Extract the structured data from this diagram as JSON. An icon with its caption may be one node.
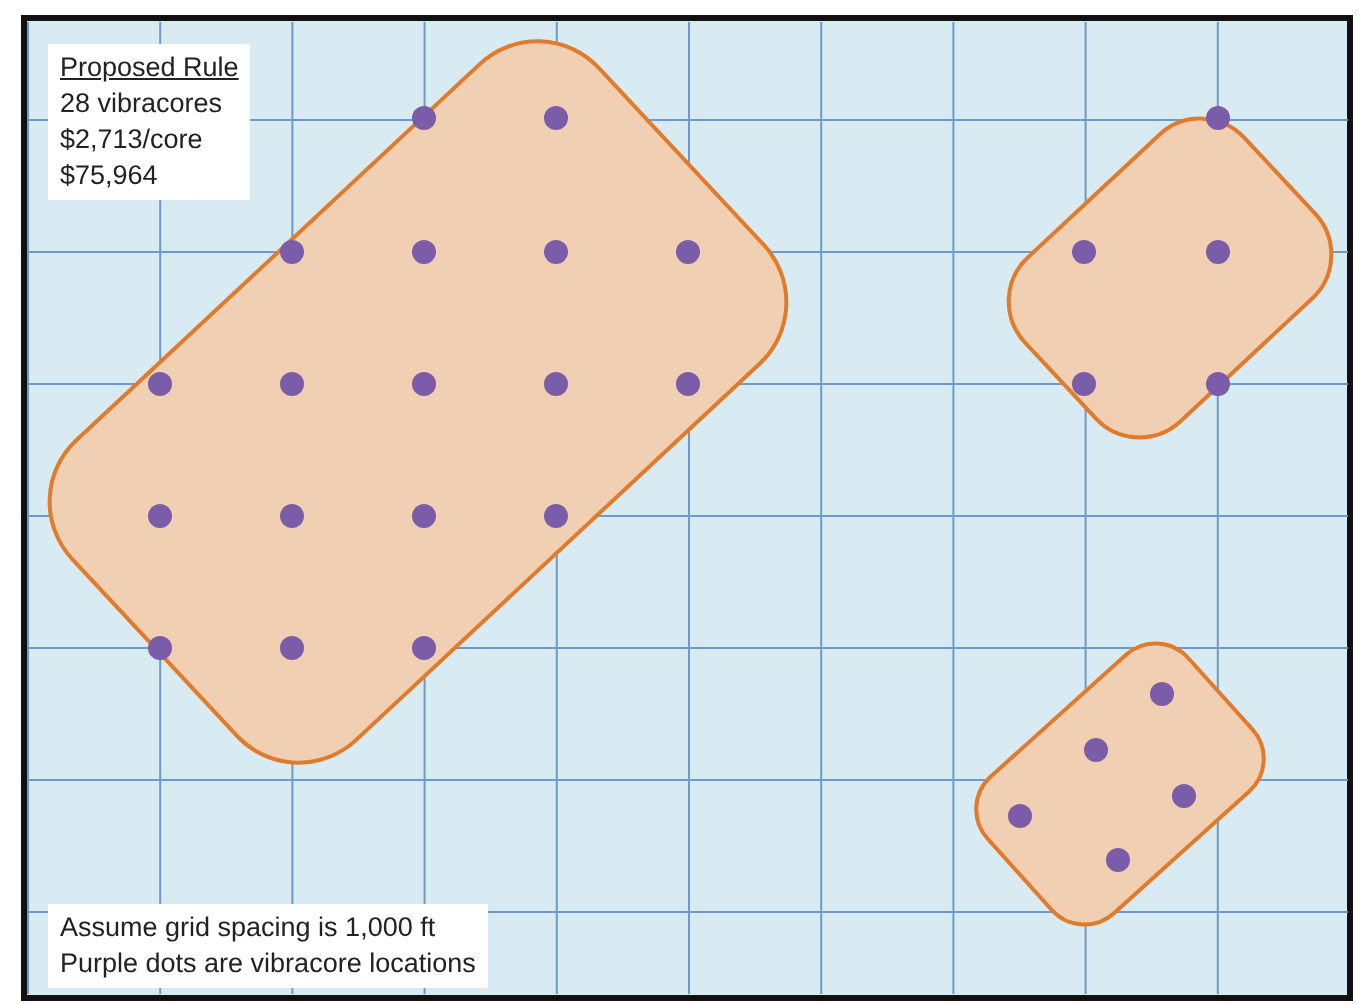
{
  "diagram": {
    "nodes": [
      {
        "text": [
          "Proposed Rule",
          "28 vibracores",
          "$2,713/core",
          "$75,964"
        ]
      },
      {
        "text": [
          "Assume grid spacing is 1,000 ft",
          "Purple dots are vibracore locations"
        ]
      }
    ]
  }
}
